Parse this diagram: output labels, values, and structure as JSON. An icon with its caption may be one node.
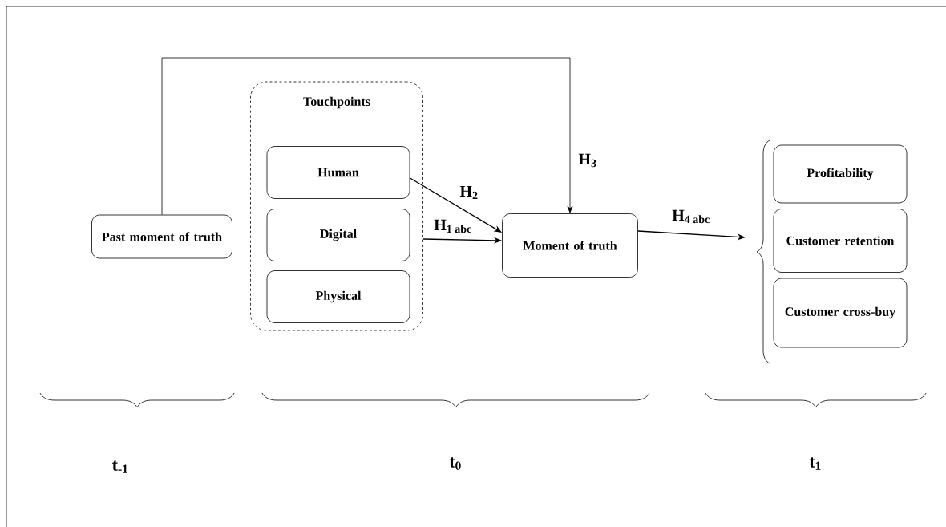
{
  "diagram": {
    "nodes": [
      {
        "text": [
          "Past moment of truth"
        ]
      },
      {
        "text": [
          "Touchpoints"
        ]
      },
      {
        "text": [
          "Human"
        ],
        "in": 1
      },
      {
        "text": [
          "Digital"
        ],
        "in": 1
      },
      {
        "text": [
          "Physical"
        ],
        "in": 1
      },
      {
        "text": [
          "Moment of truth"
        ]
      },
      {
        "text": [],
        "shape": "brace"
      },
      {
        "text": [
          "Profitability"
        ]
      },
      {
        "text": [
          "Customer retention"
        ]
      },
      {
        "text": [
          "Customer cross-buy"
        ]
      }
    ],
    "edges": [
      {
        "from": 0,
        "to": 5,
        "arrow": "to",
        "label": "H$_{3}$"
      },
      {
        "from": 2,
        "to": 5,
        "arrow": "to",
        "label": "H$_{2}$"
      },
      {
        "from": 1,
        "to": 5,
        "arrow": "to",
        "label": "H$_{1 abc}$"
      },
      {
        "from": 5,
        "to": 6,
        "arrow": "to",
        "label": "H$_{4 abc}$"
      }
    ],
    "labels": [
      "t$_{-1}$",
      "t$_{0}$",
      "t$_{1}$"
    ]
  }
}
